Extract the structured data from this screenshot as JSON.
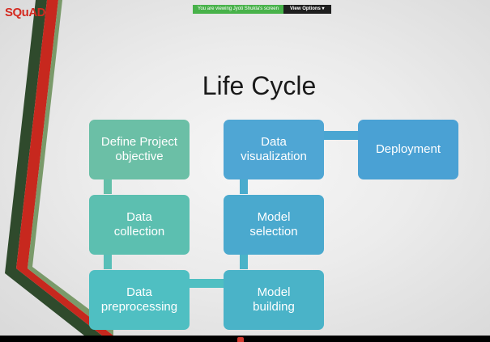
{
  "meeting": {
    "share_banner": "You are viewing Jyoti Shukla's screen",
    "view_options": "View Options ▾"
  },
  "slide": {
    "logo": "SQuAD",
    "title": "Life Cycle",
    "steps": [
      {
        "line1": "Define Project",
        "line2": "objective"
      },
      {
        "line1": "Data",
        "line2": "collection"
      },
      {
        "line1": "Data",
        "line2": "preprocessing"
      },
      {
        "line1": "Model",
        "line2": "building"
      },
      {
        "line1": "Model",
        "line2": "selection"
      },
      {
        "line1": "Data",
        "line2": "visualization"
      },
      {
        "line1": "Deployment",
        "line2": ""
      }
    ]
  },
  "colors": {
    "banner_green": "#48b24a",
    "logo_red": "#d42a20",
    "stripe_red": "#c7281e",
    "stripe_green": "#2f4a2c",
    "connector_green": "#5fbfa8",
    "connector_blue": "#4aaed0"
  }
}
